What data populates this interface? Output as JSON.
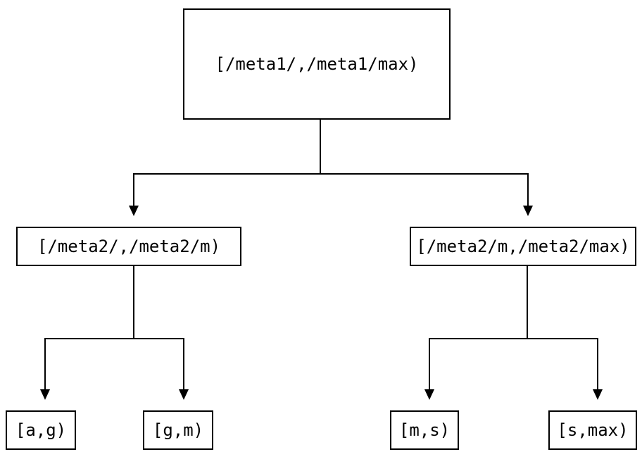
{
  "diagram": {
    "type": "tree",
    "background_color": "#ffffff",
    "line_color": "#000000",
    "text_color": "#000000",
    "nodes": [
      {
        "id": "root",
        "label": "[/meta1/,/meta1/max)"
      },
      {
        "id": "meta2-left",
        "label": "[/meta2/,/meta2/m)"
      },
      {
        "id": "meta2-right",
        "label": "[/meta2/m,/meta2/max)"
      },
      {
        "id": "leaf-a-g",
        "label": "[a,g)"
      },
      {
        "id": "leaf-g-m",
        "label": "[g,m)"
      },
      {
        "id": "leaf-m-s",
        "label": "[m,s)"
      },
      {
        "id": "leaf-s-max",
        "label": "[s,max)"
      }
    ],
    "edges": [
      {
        "from": "root",
        "to": "meta2-left"
      },
      {
        "from": "root",
        "to": "meta2-right"
      },
      {
        "from": "meta2-left",
        "to": "leaf-a-g"
      },
      {
        "from": "meta2-left",
        "to": "leaf-g-m"
      },
      {
        "from": "meta2-right",
        "to": "leaf-m-s"
      },
      {
        "from": "meta2-right",
        "to": "leaf-s-max"
      }
    ]
  }
}
